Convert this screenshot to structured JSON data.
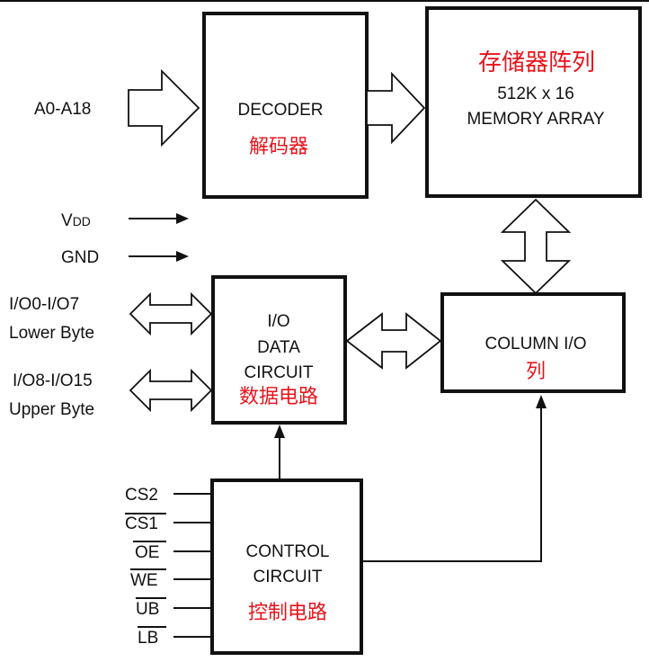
{
  "blocks": {
    "decoder": {
      "title": "DECODER",
      "cn": "解码器"
    },
    "memory": {
      "cn": "存储器阵列",
      "line1": "512K x 16",
      "line2": "MEMORY ARRAY"
    },
    "io_data": {
      "line1": "I/O",
      "line2": "DATA",
      "line3": "CIRCUIT",
      "cn": "数据电路"
    },
    "column_io": {
      "title": "COLUMN I/O",
      "cn": "列"
    },
    "control": {
      "line1": "CONTROL",
      "line2": "CIRCUIT",
      "cn": "控制电路"
    }
  },
  "signals": {
    "address": "A0-A18",
    "vdd_main": "V",
    "vdd_sub": "DD",
    "gnd": "GND",
    "lower_pins": "I/O0-I/O7",
    "lower_label": "Lower Byte",
    "upper_pins": "I/O8-I/O15",
    "upper_label": "Upper Byte"
  },
  "control_pins": [
    "CS2",
    "CS1",
    "OE",
    "WE",
    "UB",
    "LB"
  ]
}
